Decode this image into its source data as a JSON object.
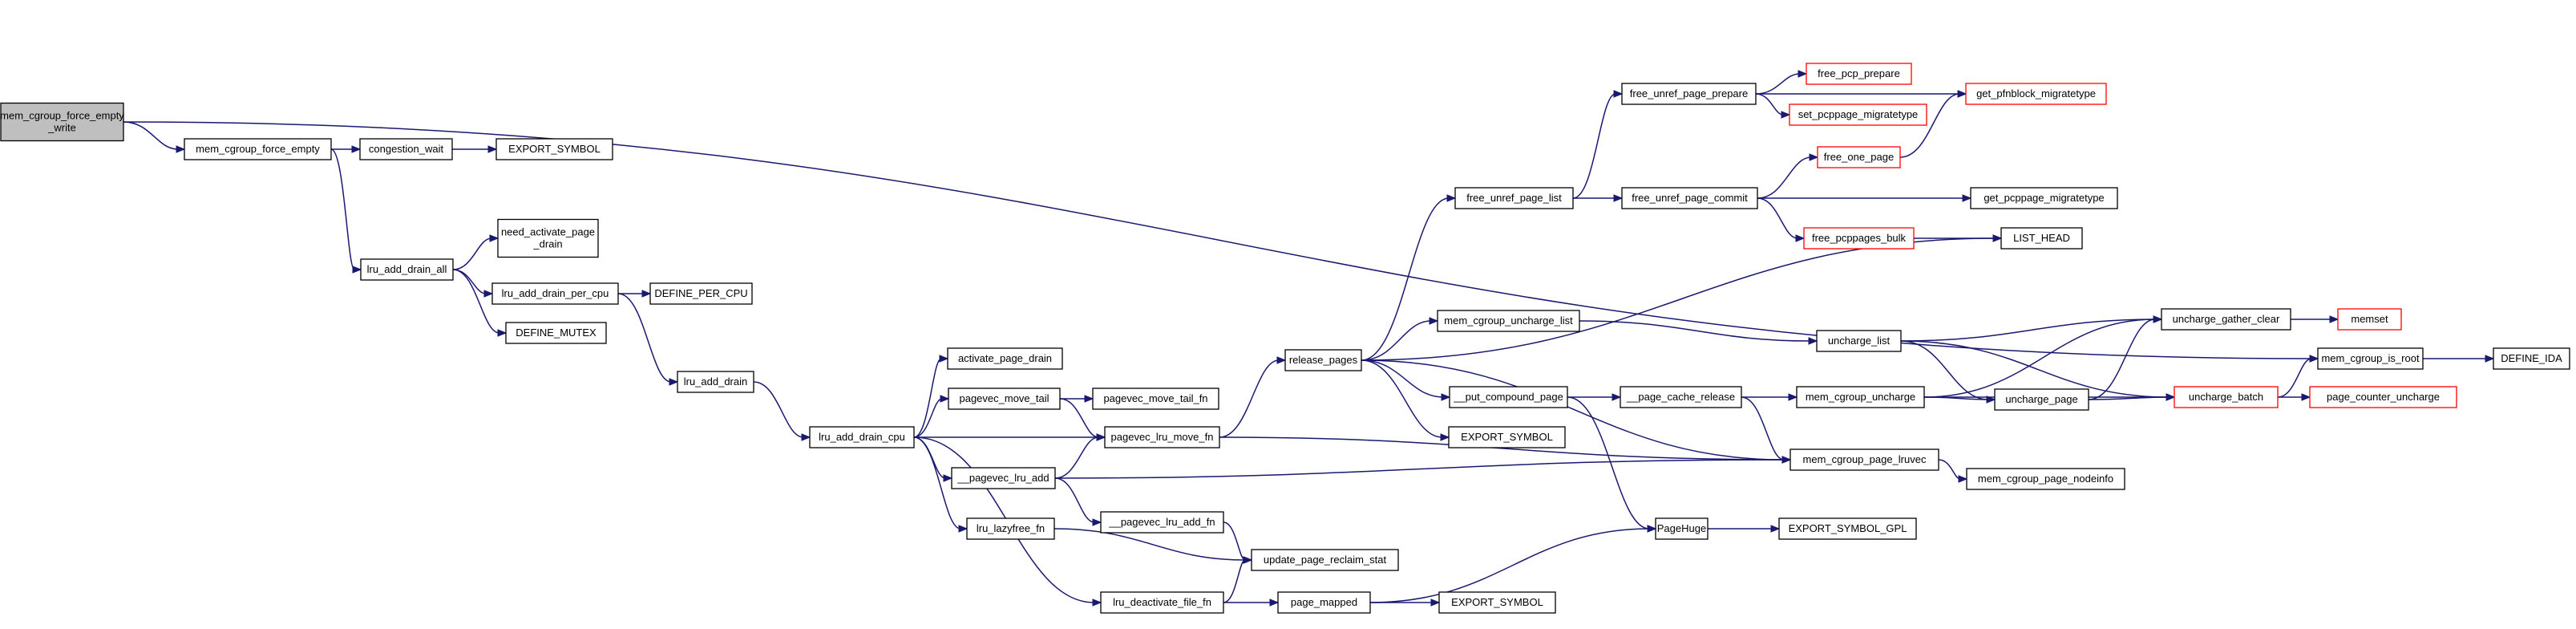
{
  "colors": {
    "edge": "#191970",
    "border_normal": "#000000",
    "border_external": "#ff0000",
    "root_fill": "#bfbfbf"
  },
  "nodes": [
    {
      "id": "n_root",
      "lines": [
        "mem_cgroup_force_empty",
        "_write"
      ],
      "style": "root"
    },
    {
      "id": "n_force_empty",
      "lines": [
        "mem_cgroup_force_empty"
      ],
      "style": "normal"
    },
    {
      "id": "n_congestion_wait",
      "lines": [
        "congestion_wait"
      ],
      "style": "normal"
    },
    {
      "id": "n_export1",
      "lines": [
        "EXPORT_SYMBOL"
      ],
      "style": "normal"
    },
    {
      "id": "n_lru_add_drain_all",
      "lines": [
        "lru_add_drain_all"
      ],
      "style": "normal"
    },
    {
      "id": "n_need_activate",
      "lines": [
        "need_activate_page",
        "_drain"
      ],
      "style": "normal"
    },
    {
      "id": "n_per_cpu",
      "lines": [
        "lru_add_drain_per_cpu"
      ],
      "style": "normal"
    },
    {
      "id": "n_define_per_cpu",
      "lines": [
        "DEFINE_PER_CPU"
      ],
      "style": "normal"
    },
    {
      "id": "n_define_mutex",
      "lines": [
        "DEFINE_MUTEX"
      ],
      "style": "normal"
    },
    {
      "id": "n_lru_add_drain",
      "lines": [
        "lru_add_drain"
      ],
      "style": "normal"
    },
    {
      "id": "n_drain_cpu",
      "lines": [
        "lru_add_drain_cpu"
      ],
      "style": "normal"
    },
    {
      "id": "n_activate_page_drain",
      "lines": [
        "activate_page_drain"
      ],
      "style": "normal"
    },
    {
      "id": "n_pagevec_move_tail",
      "lines": [
        "pagevec_move_tail"
      ],
      "style": "normal"
    },
    {
      "id": "n_pagevec_move_tail_fn",
      "lines": [
        "pagevec_move_tail_fn"
      ],
      "style": "normal"
    },
    {
      "id": "n_pagevec_lru_move_fn",
      "lines": [
        "pagevec_lru_move_fn"
      ],
      "style": "normal"
    },
    {
      "id": "n_pagevec_lru_add",
      "lines": [
        "__pagevec_lru_add"
      ],
      "style": "normal"
    },
    {
      "id": "n_pagevec_lru_add_fn",
      "lines": [
        "__pagevec_lru_add_fn"
      ],
      "style": "normal"
    },
    {
      "id": "n_lazyfree",
      "lines": [
        "lru_lazyfree_fn"
      ],
      "style": "normal"
    },
    {
      "id": "n_update_reclaim",
      "lines": [
        "update_page_reclaim_stat"
      ],
      "style": "normal"
    },
    {
      "id": "n_deactivate",
      "lines": [
        "lru_deactivate_file_fn"
      ],
      "style": "normal"
    },
    {
      "id": "n_page_mapped",
      "lines": [
        "page_mapped"
      ],
      "style": "normal"
    },
    {
      "id": "n_export_pm",
      "lines": [
        "EXPORT_SYMBOL"
      ],
      "style": "normal"
    },
    {
      "id": "n_release_pages",
      "lines": [
        "release_pages"
      ],
      "style": "normal"
    },
    {
      "id": "n_free_unref_list",
      "lines": [
        "free_unref_page_list"
      ],
      "style": "normal"
    },
    {
      "id": "n_free_unref_prepare",
      "lines": [
        "free_unref_page_prepare"
      ],
      "style": "normal"
    },
    {
      "id": "n_free_pcp_prepare",
      "lines": [
        "free_pcp_prepare"
      ],
      "style": "red"
    },
    {
      "id": "n_set_pcppage",
      "lines": [
        "set_pcppage_migratetype"
      ],
      "style": "red"
    },
    {
      "id": "n_get_pfnblock",
      "lines": [
        "get_pfnblock_migratetype"
      ],
      "style": "red"
    },
    {
      "id": "n_free_unref_commit",
      "lines": [
        "free_unref_page_commit"
      ],
      "style": "normal"
    },
    {
      "id": "n_free_one_page",
      "lines": [
        "free_one_page"
      ],
      "style": "red"
    },
    {
      "id": "n_get_pcppage",
      "lines": [
        "get_pcppage_migratetype"
      ],
      "style": "normal"
    },
    {
      "id": "n_free_pcppages_bulk",
      "lines": [
        "free_pcppages_bulk"
      ],
      "style": "red"
    },
    {
      "id": "n_list_head",
      "lines": [
        "LIST_HEAD"
      ],
      "style": "normal"
    },
    {
      "id": "n_uncharge_list_mc",
      "lines": [
        "mem_cgroup_uncharge_list"
      ],
      "style": "normal"
    },
    {
      "id": "n_uncharge_list",
      "lines": [
        "uncharge_list"
      ],
      "style": "normal"
    },
    {
      "id": "n_uncharge_gather_clear",
      "lines": [
        "uncharge_gather_clear"
      ],
      "style": "normal"
    },
    {
      "id": "n_memset",
      "lines": [
        "memset"
      ],
      "style": "red"
    },
    {
      "id": "n_mc_is_root",
      "lines": [
        "mem_cgroup_is_root"
      ],
      "style": "normal"
    },
    {
      "id": "n_define_ida",
      "lines": [
        "DEFINE_IDA"
      ],
      "style": "normal"
    },
    {
      "id": "n_put_compound",
      "lines": [
        "__put_compound_page"
      ],
      "style": "normal"
    },
    {
      "id": "n_page_cache_release",
      "lines": [
        "__page_cache_release"
      ],
      "style": "normal"
    },
    {
      "id": "n_mc_uncharge",
      "lines": [
        "mem_cgroup_uncharge"
      ],
      "style": "normal"
    },
    {
      "id": "n_uncharge_page",
      "lines": [
        "uncharge_page"
      ],
      "style": "normal"
    },
    {
      "id": "n_uncharge_batch",
      "lines": [
        "uncharge_batch"
      ],
      "style": "red"
    },
    {
      "id": "n_page_counter_uncharge",
      "lines": [
        "page_counter_uncharge"
      ],
      "style": "red"
    },
    {
      "id": "n_export_rp",
      "lines": [
        "EXPORT_SYMBOL"
      ],
      "style": "normal"
    },
    {
      "id": "n_mc_page_lruvec",
      "lines": [
        "mem_cgroup_page_lruvec"
      ],
      "style": "normal"
    },
    {
      "id": "n_mc_page_nodeinfo",
      "lines": [
        "mem_cgroup_page_nodeinfo"
      ],
      "style": "normal"
    },
    {
      "id": "n_page_huge",
      "lines": [
        "PageHuge"
      ],
      "style": "normal"
    },
    {
      "id": "n_export_gpl",
      "lines": [
        "EXPORT_SYMBOL_GPL"
      ],
      "style": "normal"
    }
  ],
  "edges": [
    [
      "n_root",
      "n_force_empty"
    ],
    [
      "n_root",
      "n_mc_is_root"
    ],
    [
      "n_force_empty",
      "n_congestion_wait"
    ],
    [
      "n_force_empty",
      "n_lru_add_drain_all"
    ],
    [
      "n_congestion_wait",
      "n_export1"
    ],
    [
      "n_lru_add_drain_all",
      "n_need_activate"
    ],
    [
      "n_lru_add_drain_all",
      "n_per_cpu"
    ],
    [
      "n_lru_add_drain_all",
      "n_define_mutex"
    ],
    [
      "n_per_cpu",
      "n_define_per_cpu"
    ],
    [
      "n_per_cpu",
      "n_lru_add_drain"
    ],
    [
      "n_lru_add_drain",
      "n_drain_cpu"
    ],
    [
      "n_drain_cpu",
      "n_activate_page_drain"
    ],
    [
      "n_drain_cpu",
      "n_pagevec_move_tail"
    ],
    [
      "n_drain_cpu",
      "n_pagevec_lru_move_fn"
    ],
    [
      "n_drain_cpu",
      "n_pagevec_lru_add"
    ],
    [
      "n_drain_cpu",
      "n_lazyfree"
    ],
    [
      "n_drain_cpu",
      "n_deactivate"
    ],
    [
      "n_pagevec_move_tail",
      "n_pagevec_move_tail_fn"
    ],
    [
      "n_pagevec_move_tail",
      "n_pagevec_lru_move_fn"
    ],
    [
      "n_pagevec_lru_add",
      "n_pagevec_lru_move_fn"
    ],
    [
      "n_pagevec_lru_add",
      "n_pagevec_lru_add_fn"
    ],
    [
      "n_pagevec_lru_add",
      "n_mc_page_lruvec"
    ],
    [
      "n_pagevec_lru_add_fn",
      "n_update_reclaim"
    ],
    [
      "n_lazyfree",
      "n_update_reclaim"
    ],
    [
      "n_deactivate",
      "n_update_reclaim"
    ],
    [
      "n_deactivate",
      "n_page_mapped"
    ],
    [
      "n_page_mapped",
      "n_export_pm"
    ],
    [
      "n_page_mapped",
      "n_page_huge"
    ],
    [
      "n_pagevec_lru_move_fn",
      "n_release_pages"
    ],
    [
      "n_pagevec_lru_move_fn",
      "n_mc_page_lruvec"
    ],
    [
      "n_release_pages",
      "n_free_unref_list"
    ],
    [
      "n_release_pages",
      "n_list_head"
    ],
    [
      "n_release_pages",
      "n_uncharge_list_mc"
    ],
    [
      "n_release_pages",
      "n_put_compound"
    ],
    [
      "n_release_pages",
      "n_export_rp"
    ],
    [
      "n_release_pages",
      "n_mc_page_lruvec"
    ],
    [
      "n_free_unref_list",
      "n_free_unref_prepare"
    ],
    [
      "n_free_unref_list",
      "n_free_unref_commit"
    ],
    [
      "n_free_unref_prepare",
      "n_free_pcp_prepare"
    ],
    [
      "n_free_unref_prepare",
      "n_set_pcppage"
    ],
    [
      "n_free_unref_prepare",
      "n_get_pfnblock"
    ],
    [
      "n_free_unref_commit",
      "n_free_one_page"
    ],
    [
      "n_free_unref_commit",
      "n_get_pcppage"
    ],
    [
      "n_free_unref_commit",
      "n_free_pcppages_bulk"
    ],
    [
      "n_free_one_page",
      "n_get_pfnblock"
    ],
    [
      "n_free_pcppages_bulk",
      "n_list_head"
    ],
    [
      "n_uncharge_list_mc",
      "n_uncharge_list"
    ],
    [
      "n_uncharge_list",
      "n_uncharge_gather_clear"
    ],
    [
      "n_uncharge_list",
      "n_uncharge_page"
    ],
    [
      "n_uncharge_list",
      "n_uncharge_batch"
    ],
    [
      "n_uncharge_gather_clear",
      "n_memset"
    ],
    [
      "n_put_compound",
      "n_page_cache_release"
    ],
    [
      "n_put_compound",
      "n_page_huge"
    ],
    [
      "n_page_cache_release",
      "n_mc_uncharge"
    ],
    [
      "n_page_cache_release",
      "n_mc_page_lruvec"
    ],
    [
      "n_mc_uncharge",
      "n_uncharge_gather_clear"
    ],
    [
      "n_mc_uncharge",
      "n_uncharge_page"
    ],
    [
      "n_mc_uncharge",
      "n_uncharge_batch"
    ],
    [
      "n_uncharge_page",
      "n_uncharge_gather_clear"
    ],
    [
      "n_uncharge_page",
      "n_uncharge_batch"
    ],
    [
      "n_uncharge_batch",
      "n_mc_is_root"
    ],
    [
      "n_uncharge_batch",
      "n_page_counter_uncharge"
    ],
    [
      "n_mc_is_root",
      "n_define_ida"
    ],
    [
      "n_mc_page_lruvec",
      "n_mc_page_nodeinfo"
    ],
    [
      "n_page_huge",
      "n_export_gpl"
    ]
  ]
}
